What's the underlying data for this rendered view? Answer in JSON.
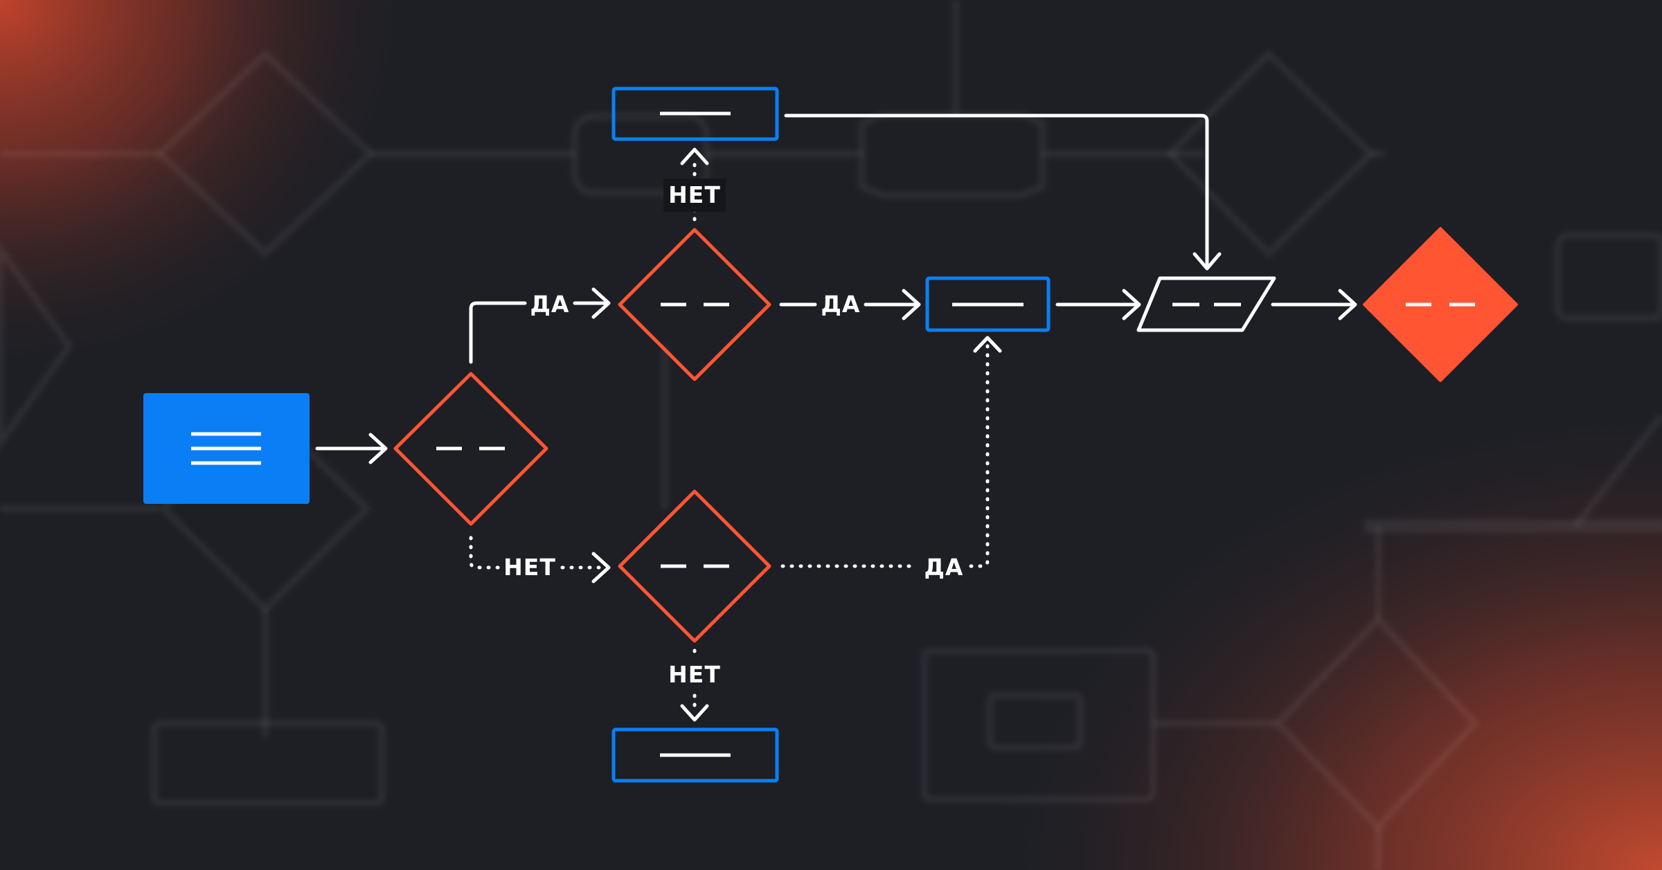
{
  "labels": {
    "top_no": "НЕТ",
    "upper_yes_1": "ДА",
    "upper_yes_2": "ДА",
    "lower_no": "НЕТ",
    "lower_yes": "ДА",
    "bottom_no": "НЕТ"
  },
  "colors": {
    "background": "#1d1f25",
    "glow": "#c24a2f",
    "blue": "#0a7ff5",
    "orange": "#ff5533",
    "white": "#ffffff"
  }
}
